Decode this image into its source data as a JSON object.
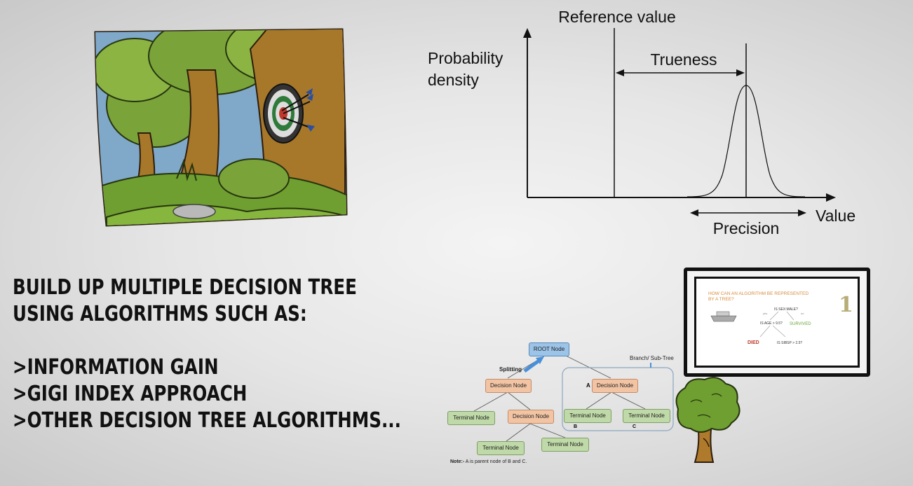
{
  "graph": {
    "label_reference": "Reference value",
    "label_ylabel_line1": "Probability",
    "label_ylabel_line2": "density",
    "label_trueness": "Trueness",
    "label_value": "Value",
    "label_precision": "Precision"
  },
  "text_block": {
    "line1": "Build up multiple decision tree",
    "line2": "using algorithms such as:",
    "item1": ">Information gain",
    "item2": ">Gigi index approach",
    "item3": ">Other decision tree algorithms..."
  },
  "tree_diagram": {
    "root": "ROOT Node",
    "splitting": "Splitting",
    "branch": "Branch/ Sub-Tree",
    "decision_left": "Decision Node",
    "decision_mid": "Decision Node",
    "decision_right": "Decision Node",
    "terminal_1": "Terminal Node",
    "terminal_2": "Terminal Node",
    "terminal_3": "Terminal Node",
    "terminal_4": "Terminal Node",
    "terminal_5": "Terminal Node",
    "label_a": "A",
    "label_b": "B",
    "label_c": "C",
    "note_bold": "Note:-",
    "note_text": "A is parent node of B and C."
  },
  "board": {
    "title_line1": "HOW CAN AN ALGORITHM BE REPRESENTED",
    "title_line2": "BY A TREE?",
    "q1": "IS SEX:MALE?",
    "q2": "IS AGE > 9.5?",
    "q3": "IS SIBSP > 2.5?",
    "survived": "SURVIVED",
    "died": "DIED",
    "yes": "yes",
    "no": "no",
    "digit": "1"
  }
}
